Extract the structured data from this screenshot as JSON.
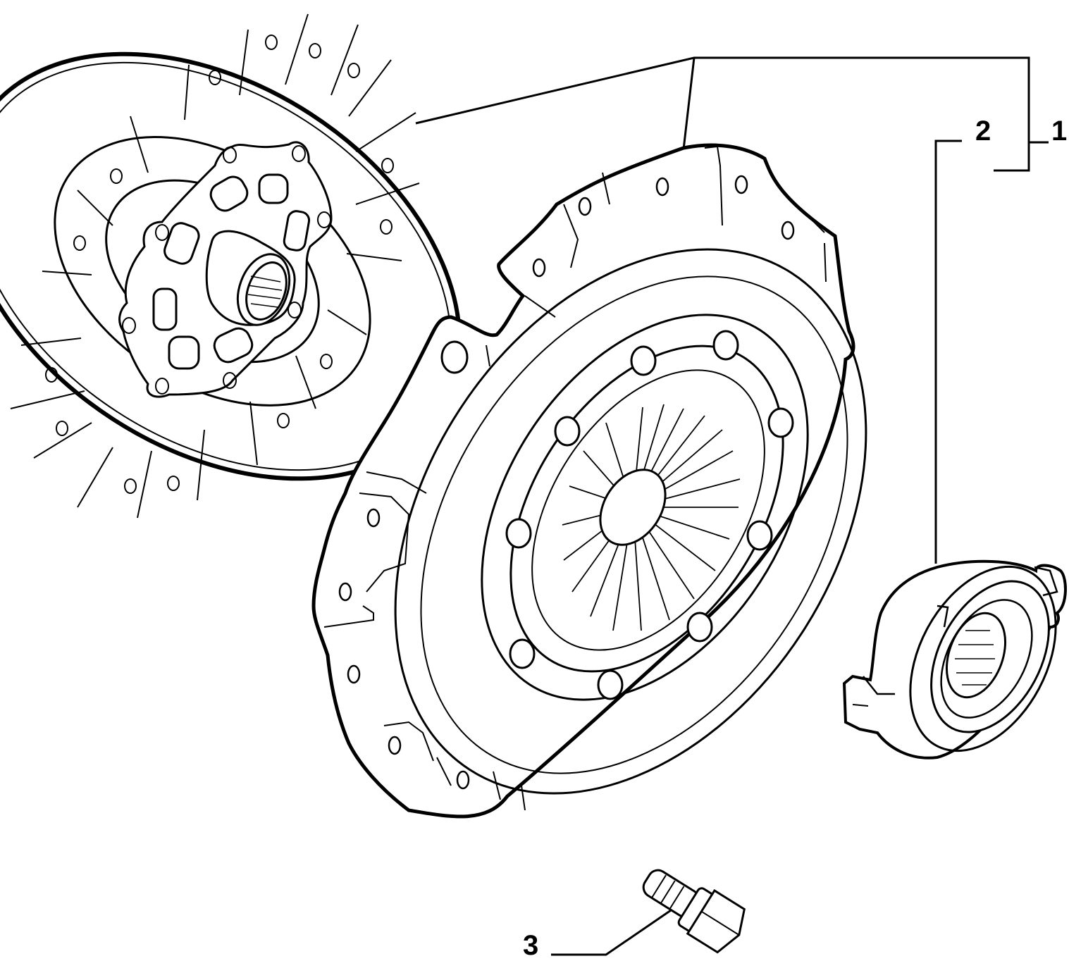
{
  "callouts": {
    "item_1": "1",
    "item_2": "2",
    "item_3": "3"
  },
  "parts": {
    "item_1_icon": "clutch-kit-bracket",
    "clutch_disc_icon": "clutch-disc-icon",
    "pressure_plate_icon": "pressure-plate-icon",
    "release_bearing_icon": "release-bearing-icon",
    "bolt_icon": "bolt-icon"
  },
  "colors": {
    "stroke": "#000000",
    "fill": "#ffffff"
  }
}
